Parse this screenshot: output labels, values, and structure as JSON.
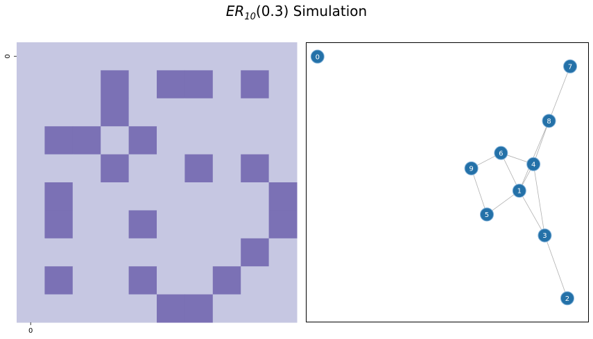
{
  "title": {
    "main": "ER",
    "sub": "10",
    "rest": "(0.3) Simulation"
  },
  "colors": {
    "cell_zero": "#c6c7e2",
    "cell_one": "#7b71b5",
    "node_fill": "#2471a8",
    "node_stroke": "#7fb0d8",
    "edge": "#b0b0b0",
    "node_text": "#ffffff"
  },
  "chart_data": [
    {
      "type": "heatmap",
      "title": "",
      "x_tick_labels": [
        "0"
      ],
      "y_tick_labels": [
        "0"
      ],
      "matrix": [
        [
          0,
          0,
          0,
          0,
          0,
          0,
          0,
          0,
          0,
          0
        ],
        [
          0,
          0,
          0,
          1,
          0,
          1,
          1,
          0,
          1,
          0
        ],
        [
          0,
          0,
          0,
          1,
          0,
          0,
          0,
          0,
          0,
          0
        ],
        [
          0,
          1,
          1,
          0,
          1,
          0,
          0,
          0,
          0,
          0
        ],
        [
          0,
          0,
          0,
          1,
          0,
          0,
          1,
          0,
          1,
          0
        ],
        [
          0,
          1,
          0,
          0,
          0,
          0,
          0,
          0,
          0,
          1
        ],
        [
          0,
          1,
          0,
          0,
          1,
          0,
          0,
          0,
          0,
          1
        ],
        [
          0,
          0,
          0,
          0,
          0,
          0,
          0,
          0,
          1,
          0
        ],
        [
          0,
          1,
          0,
          0,
          1,
          0,
          0,
          1,
          0,
          0
        ],
        [
          0,
          0,
          0,
          0,
          0,
          1,
          1,
          0,
          0,
          0
        ]
      ]
    },
    {
      "type": "network",
      "title": "",
      "nodes": [
        {
          "id": "0",
          "x": 0.04,
          "y": 0.95
        },
        {
          "id": "1",
          "x": 0.755,
          "y": 0.47
        },
        {
          "id": "2",
          "x": 0.925,
          "y": 0.085
        },
        {
          "id": "3",
          "x": 0.845,
          "y": 0.31
        },
        {
          "id": "4",
          "x": 0.805,
          "y": 0.565
        },
        {
          "id": "5",
          "x": 0.64,
          "y": 0.385
        },
        {
          "id": "6",
          "x": 0.69,
          "y": 0.605
        },
        {
          "id": "7",
          "x": 0.935,
          "y": 0.915
        },
        {
          "id": "8",
          "x": 0.86,
          "y": 0.72
        },
        {
          "id": "9",
          "x": 0.585,
          "y": 0.55
        }
      ],
      "edges": [
        [
          "1",
          "3"
        ],
        [
          "1",
          "4"
        ],
        [
          "1",
          "5"
        ],
        [
          "1",
          "6"
        ],
        [
          "1",
          "8"
        ],
        [
          "2",
          "3"
        ],
        [
          "3",
          "4"
        ],
        [
          "4",
          "6"
        ],
        [
          "4",
          "8"
        ],
        [
          "5",
          "9"
        ],
        [
          "6",
          "9"
        ],
        [
          "7",
          "8"
        ]
      ]
    }
  ]
}
